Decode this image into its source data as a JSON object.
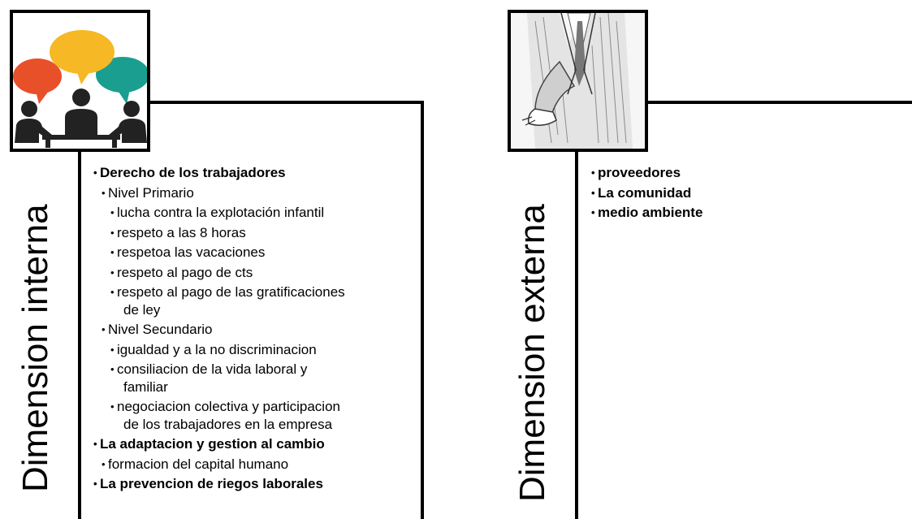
{
  "left_panel": {
    "title": "Dimension interna",
    "icon": "meeting-speech-bubbles-icon",
    "colors": {
      "bubble_red": "#e8502a",
      "bubble_yellow": "#f7b825",
      "bubble_teal": "#1a9e8f",
      "people": "#222222"
    },
    "items": [
      {
        "level": 1,
        "text": "Derecho de los trabajadores"
      },
      {
        "level": 2,
        "text": "Nivel Primario"
      },
      {
        "level": 3,
        "text": "lucha contra la explotación infantil"
      },
      {
        "level": 3,
        "text": "respeto a las 8 horas"
      },
      {
        "level": 3,
        "text": "respetoa las vacaciones"
      },
      {
        "level": 3,
        "text": "respeto al pago de cts"
      },
      {
        "level": 3,
        "text": "respeto al pago de las gratificaciones",
        "cont": "de ley"
      },
      {
        "level": 2,
        "text": "Nivel Secundario"
      },
      {
        "level": 3,
        "text": "igualdad y a la no discriminacion"
      },
      {
        "level": 3,
        "text": "consiliacion de la vida laboral y",
        "cont": "familiar"
      },
      {
        "level": 3,
        "text": "negociacion colectiva y participacion",
        "cont": "de los trabajadores en la empresa"
      },
      {
        "level": 1,
        "text": "La adaptacion y gestion al cambio"
      },
      {
        "level": 2,
        "text": "formacion del capital humano"
      },
      {
        "level": 1,
        "text": "La prevencion de riegos laborales"
      }
    ]
  },
  "right_panel": {
    "title": "Dimension externa",
    "icon": "handshake-sketch-icon",
    "items": [
      {
        "level": 1,
        "text": "proveedores"
      },
      {
        "level": 1,
        "text": "La comunidad"
      },
      {
        "level": 1,
        "text": "medio ambiente"
      }
    ]
  }
}
